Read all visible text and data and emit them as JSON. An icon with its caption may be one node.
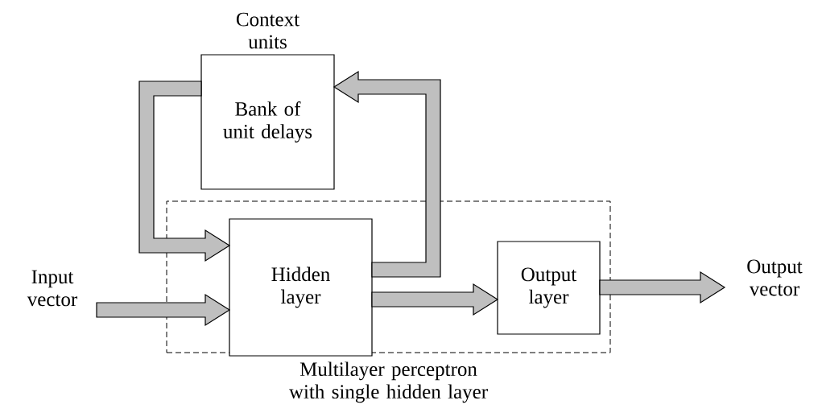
{
  "diagram": {
    "nodes": [
      {
        "text": [
          "Multilayer perceptron with single hidden layer"
        ]
      },
      {
        "text": [
          "Context units",
          "Bank of unit delays"
        ]
      },
      {
        "text": [
          "Hidden layer"
        ],
        "in": 0
      },
      {
        "text": [
          "Output layer"
        ],
        "in": 0
      },
      {
        "text": [
          "Input vector"
        ]
      },
      {
        "text": [
          "Output vector"
        ]
      }
    ],
    "edges": [
      {
        "from": 4,
        "to": 2,
        "arrow": "to"
      },
      {
        "from": 1,
        "to": 2,
        "arrow": "to"
      },
      {
        "from": 2,
        "to": 1,
        "arrow": "to"
      },
      {
        "from": 2,
        "to": 3,
        "arrow": "to"
      },
      {
        "from": 3,
        "to": 5,
        "arrow": "to"
      }
    ]
  }
}
